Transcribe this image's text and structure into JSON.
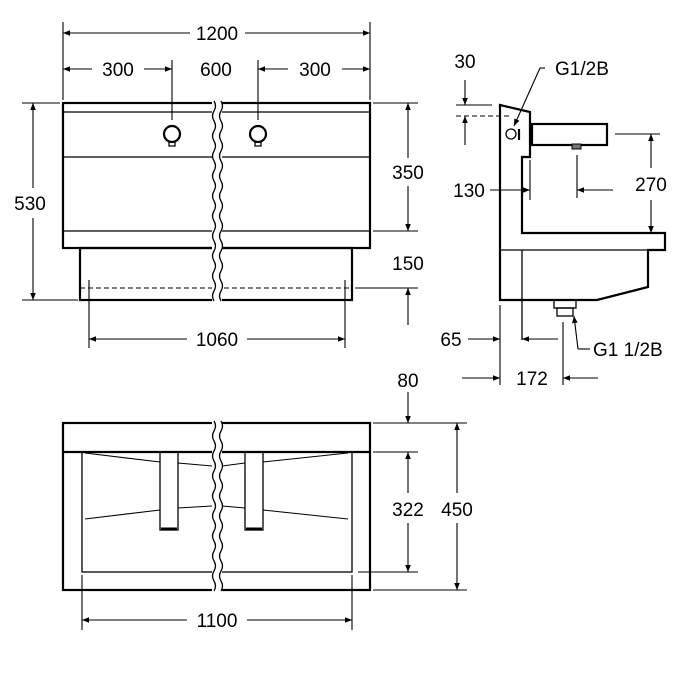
{
  "front_view": {
    "dim_total_width": "1200",
    "dim_left_offset": "300",
    "dim_center_spacing": "600",
    "dim_right_offset": "300",
    "dim_total_height": "530",
    "dim_front_height": "350",
    "dim_skirt_height": "150",
    "dim_mount_width": "1060"
  },
  "side_view": {
    "dim_inlet_offset": "30",
    "label_inlet_thread": "G1/2B",
    "dim_spout_projection": "130",
    "dim_spout_height": "270",
    "dim_wall_gap": "65",
    "dim_drain_offset": "172",
    "label_drain_thread": "G1 1/2B"
  },
  "top_view": {
    "dim_rim_depth": "80",
    "dim_basin_depth": "322",
    "dim_total_depth": "450",
    "dim_basin_width": "1100"
  }
}
